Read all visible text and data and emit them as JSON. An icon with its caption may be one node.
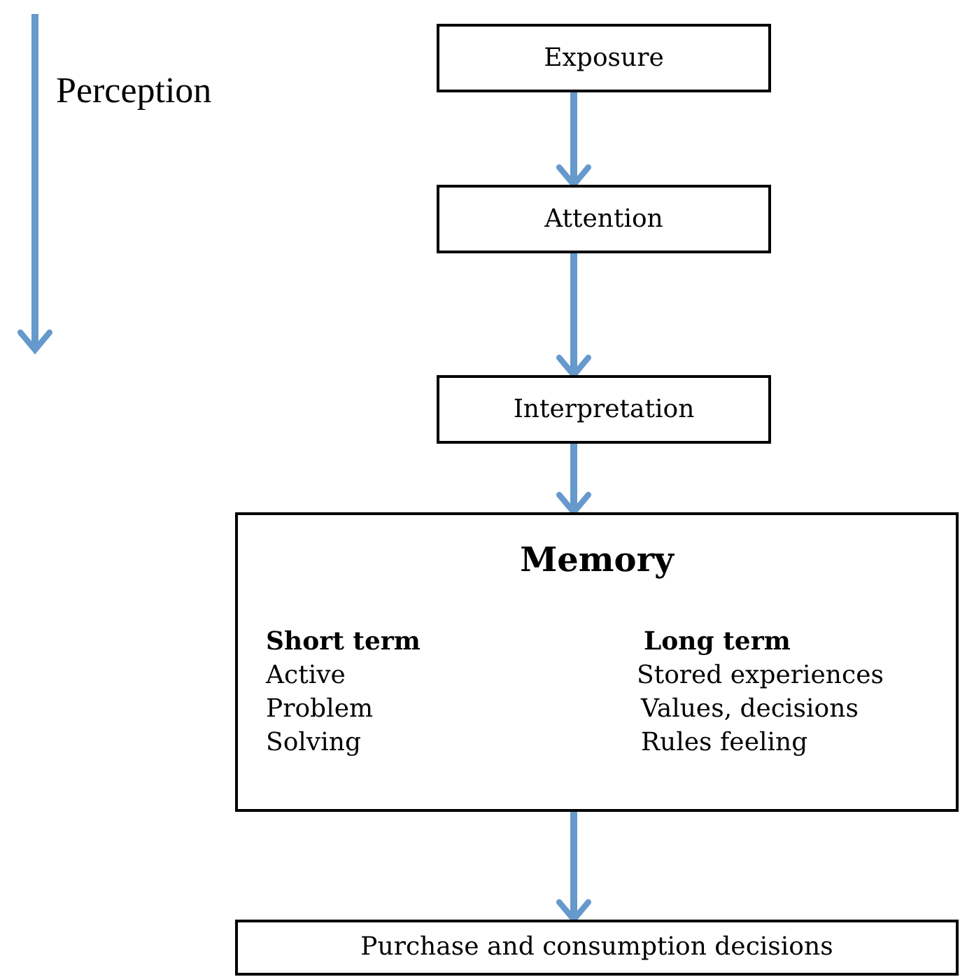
{
  "diagram": {
    "nodes": [
      {
        "text": [
          "Exposure"
        ]
      },
      {
        "text": [
          "Attention"
        ]
      },
      {
        "text": [
          "Interpretation"
        ]
      },
      {
        "text": [
          "Memory",
          "Short term",
          "Long term",
          "Active",
          "Stored experiences",
          "Problem",
          "Values, decisions",
          "Solving",
          "Rules feeling"
        ]
      },
      {
        "text": [
          "Purchase and consumption decisions"
        ]
      }
    ],
    "edges": [
      {
        "from": 0,
        "to": 1,
        "arrow": "to"
      },
      {
        "from": 1,
        "to": 2,
        "arrow": "to"
      },
      {
        "from": 2,
        "to": 3,
        "arrow": "to"
      },
      {
        "from": 3,
        "to": 4,
        "arrow": "to"
      }
    ],
    "labels": [
      "Perception"
    ]
  }
}
